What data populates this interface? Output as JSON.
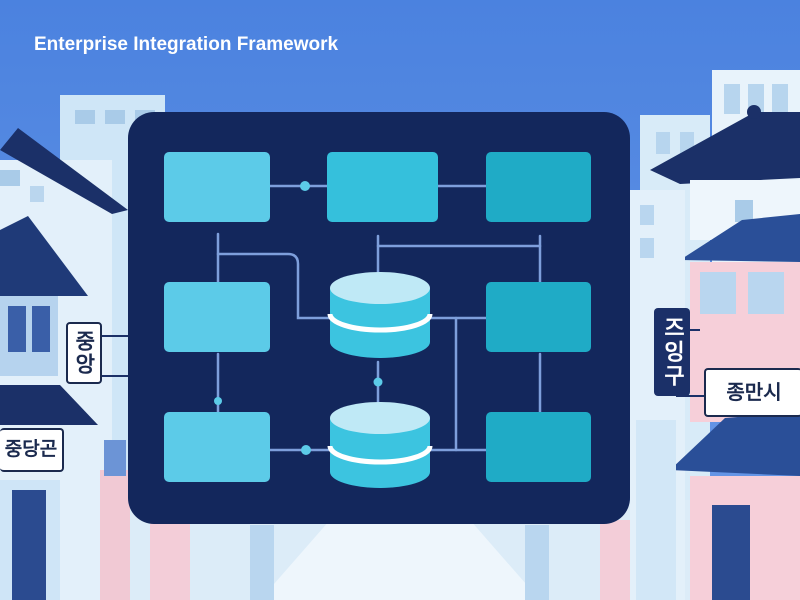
{
  "title": "Enterprise Integration Framework",
  "signs": {
    "left_vertical": "중앙",
    "left_horizontal": "중당곤",
    "right_vertical": "즈잉구",
    "right_horizontal": "종만시"
  },
  "colors": {
    "sky": "#4f86e0",
    "panel": "#13275c",
    "node_light": "#5ccbe8",
    "node_mid": "#35c0dc",
    "node_dark": "#1fabc6",
    "connector": "#7e9fdc",
    "database": "#3cc4e0"
  },
  "icons": [
    "database-icon",
    "database-icon"
  ]
}
